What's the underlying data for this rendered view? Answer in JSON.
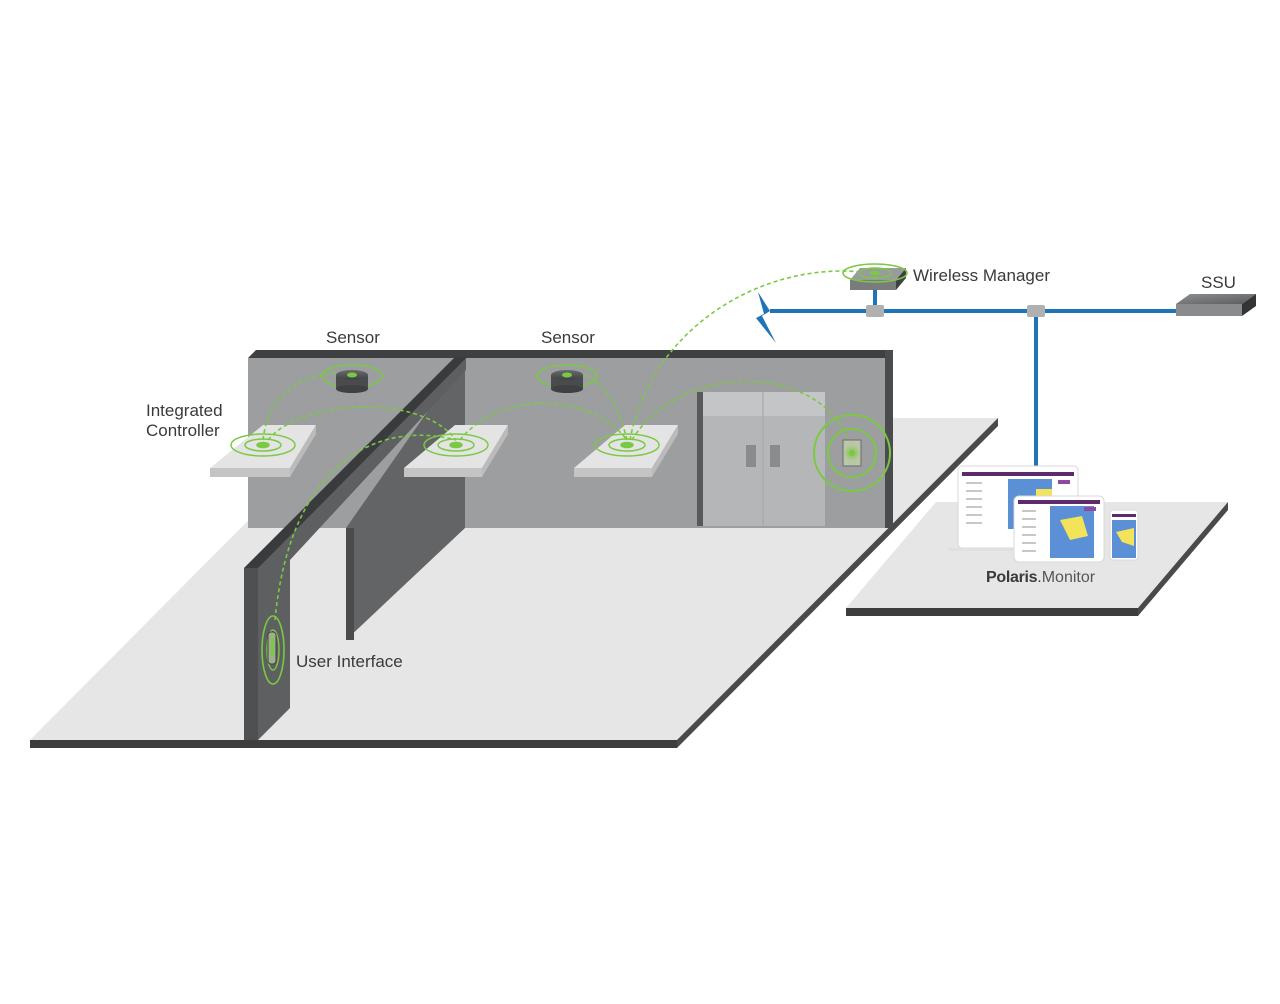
{
  "labels": {
    "sensor_left": "Sensor",
    "sensor_right": "Sensor",
    "integrated_controller_line1": "Integrated",
    "integrated_controller_line2": "Controller",
    "wireless_manager": "Wireless Manager",
    "ssu": "SSU",
    "user_interface": "User Interface",
    "monitor_brand_bold": "Polaris",
    "monitor_brand_dot": ".",
    "monitor_brand_light": "Monitor"
  },
  "colors": {
    "wireless_signal": "#7ac943",
    "network_cable": "#1f73b7",
    "floor": "#e6e6e6",
    "floor_edge": "#3d3d3d",
    "wall_front": "#9d9ea0",
    "wall_dark": "#5e5f61",
    "wall_top": "#3f4042",
    "screen_blue": "#5b8fd6",
    "screen_yellow": "#f2e35a",
    "screen_header": "#5e2a6e"
  }
}
